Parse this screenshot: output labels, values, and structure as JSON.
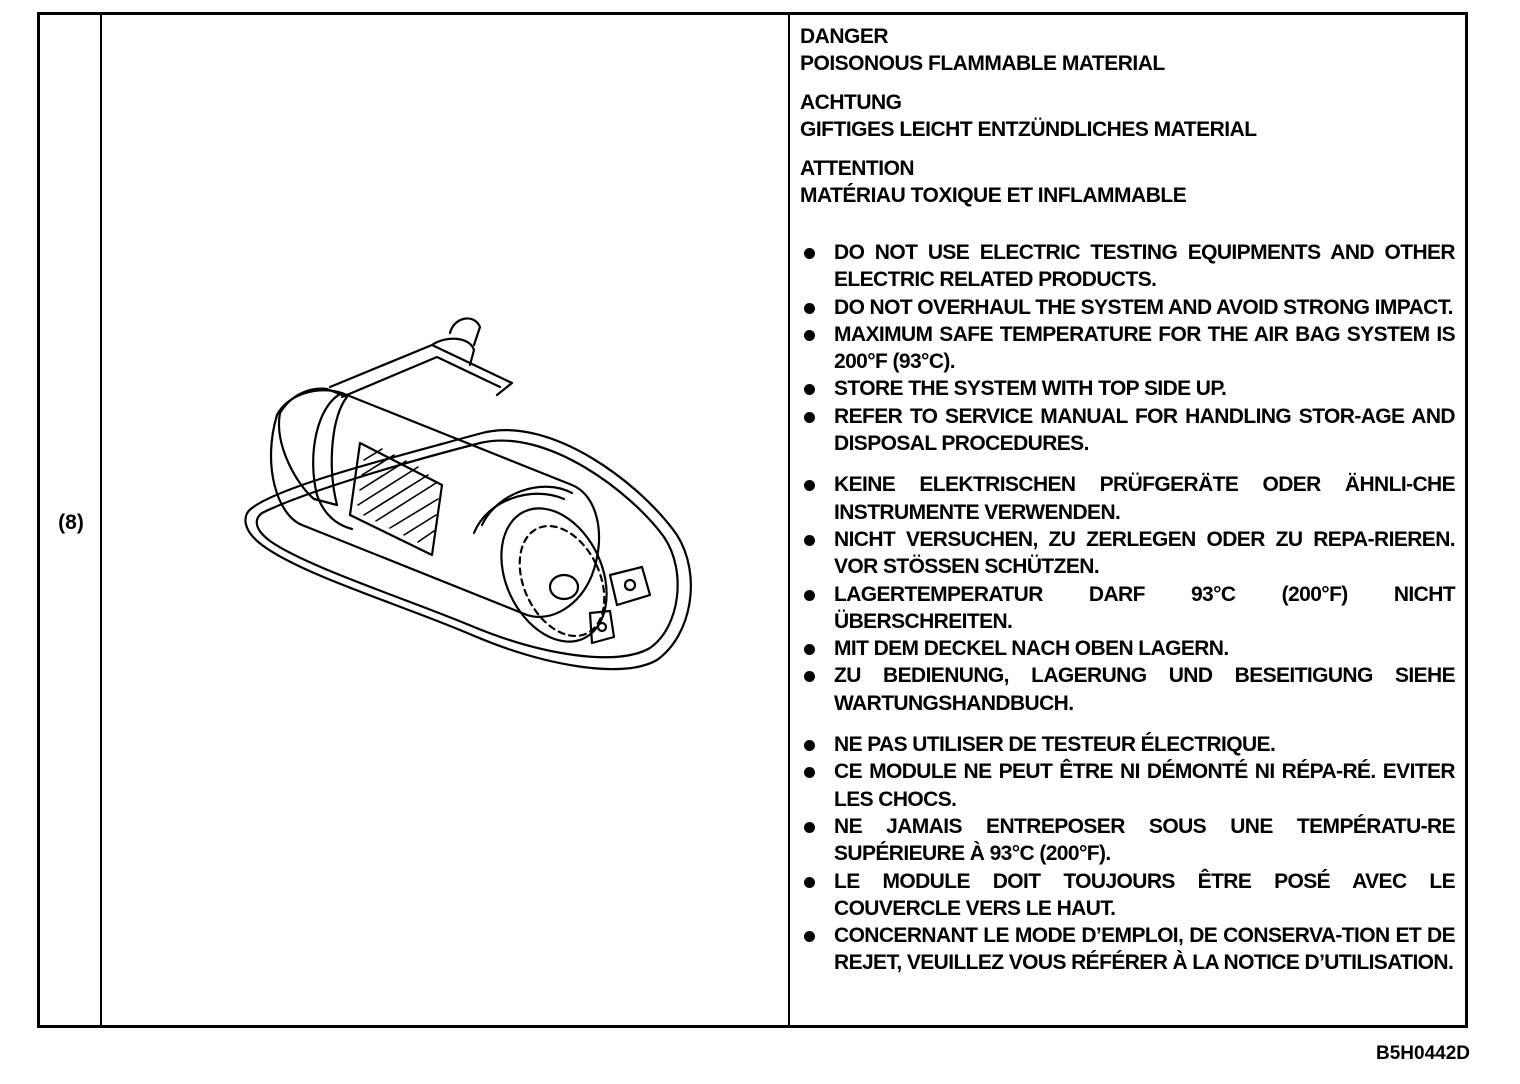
{
  "row_number": "(8)",
  "warnings": [
    {
      "heading": "DANGER",
      "text": "POISONOUS FLAMMABLE MATERIAL"
    },
    {
      "heading": "ACHTUNG",
      "text": "GIFTIGES LEICHT ENTZÜNDLICHES MATERIAL"
    },
    {
      "heading": "ATTENTION",
      "text": "MATÉRIAU TOXIQUE ET INFLAMMABLE"
    }
  ],
  "bullets_en": [
    "DO NOT USE ELECTRIC TESTING EQUIPMENTS AND OTHER ELECTRIC RELATED PRODUCTS.",
    "DO NOT OVERHAUL THE SYSTEM AND AVOID STRONG IMPACT.",
    "MAXIMUM SAFE TEMPERATURE FOR THE AIR BAG SYSTEM IS 200°F (93°C).",
    "STORE THE SYSTEM WITH TOP SIDE UP.",
    "REFER TO SERVICE MANUAL FOR HANDLING STOR-AGE AND DISPOSAL PROCEDURES."
  ],
  "bullets_de": [
    "KEINE ELEKTRISCHEN PRÜFGERÄTE ODER ÄHNLI-CHE INSTRUMENTE VERWENDEN.",
    "NICHT VERSUCHEN, ZU ZERLEGEN ODER ZU REPA-RIEREN. VOR STÖSSEN SCHÜTZEN.",
    "LAGERTEMPERATUR DARF 93°C (200°F) NICHT ÜBERSCHREITEN.",
    "MIT DEM DECKEL NACH OBEN LAGERN.",
    "ZU BEDIENUNG, LAGERUNG UND BESEITIGUNG SIEHE WARTUNGSHANDBUCH."
  ],
  "bullets_fr": [
    "NE PAS UTILISER DE TESTEUR ÉLECTRIQUE.",
    "CE MODULE NE PEUT ÊTRE NI DÉMONTÉ NI RÉPA-RÉ. EVITER LES CHOCS.",
    "NE JAMAIS ENTREPOSER SOUS UNE TEMPÉRATU-RE SUPÉRIEURE À 93°C (200°F).",
    "LE MODULE DOIT TOUJOURS ÊTRE POSÉ AVEC LE COUVERCLE VERS LE HAUT.",
    "CONCERNANT LE MODE D’EMPLOI, DE CONSERVA-TION ET DE REJET, VEUILLEZ VOUS RÉFÉRER À LA NOTICE D’UTILISATION."
  ],
  "figure_code": "B5H0442D"
}
